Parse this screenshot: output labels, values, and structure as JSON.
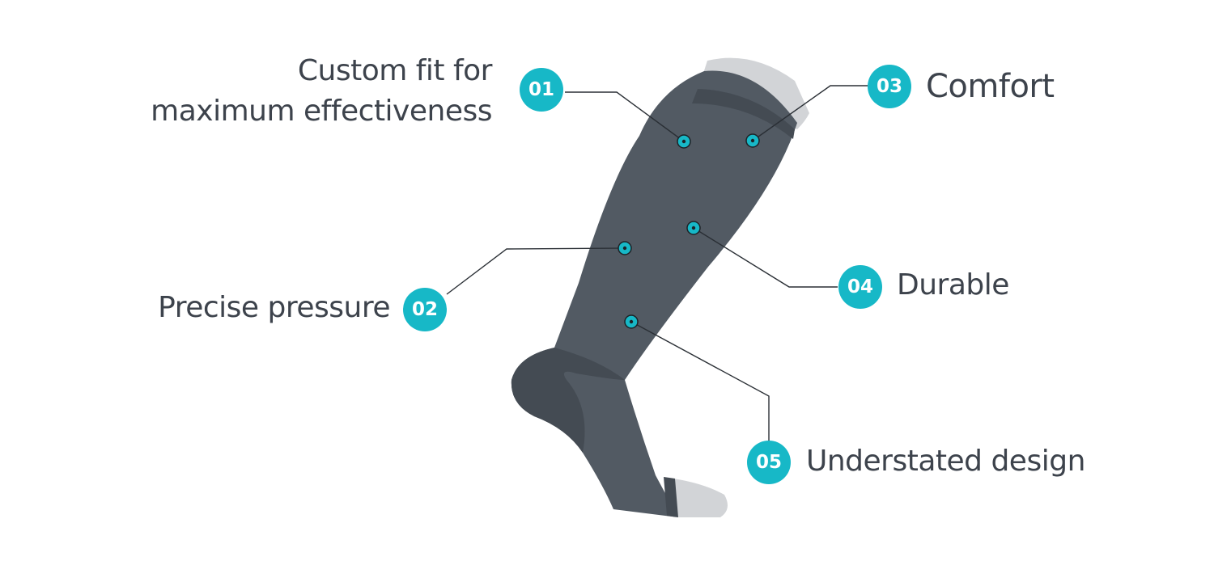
{
  "colors": {
    "accent": "#17b8c7",
    "sock_body": "#525a63",
    "sock_shadow": "#444b53",
    "sock_cuff": "#d2d4d7",
    "text": "#3d434c",
    "leader_line": "#2a2f35"
  },
  "features": [
    {
      "number": "01",
      "label_lines": [
        "Custom fit for",
        "maximum effectiveness"
      ]
    },
    {
      "number": "02",
      "label_lines": [
        "Precise pressure"
      ]
    },
    {
      "number": "03",
      "label_lines": [
        "Comfort"
      ]
    },
    {
      "number": "04",
      "label_lines": [
        "Durable"
      ]
    },
    {
      "number": "05",
      "label_lines": [
        "Understated design"
      ]
    }
  ]
}
